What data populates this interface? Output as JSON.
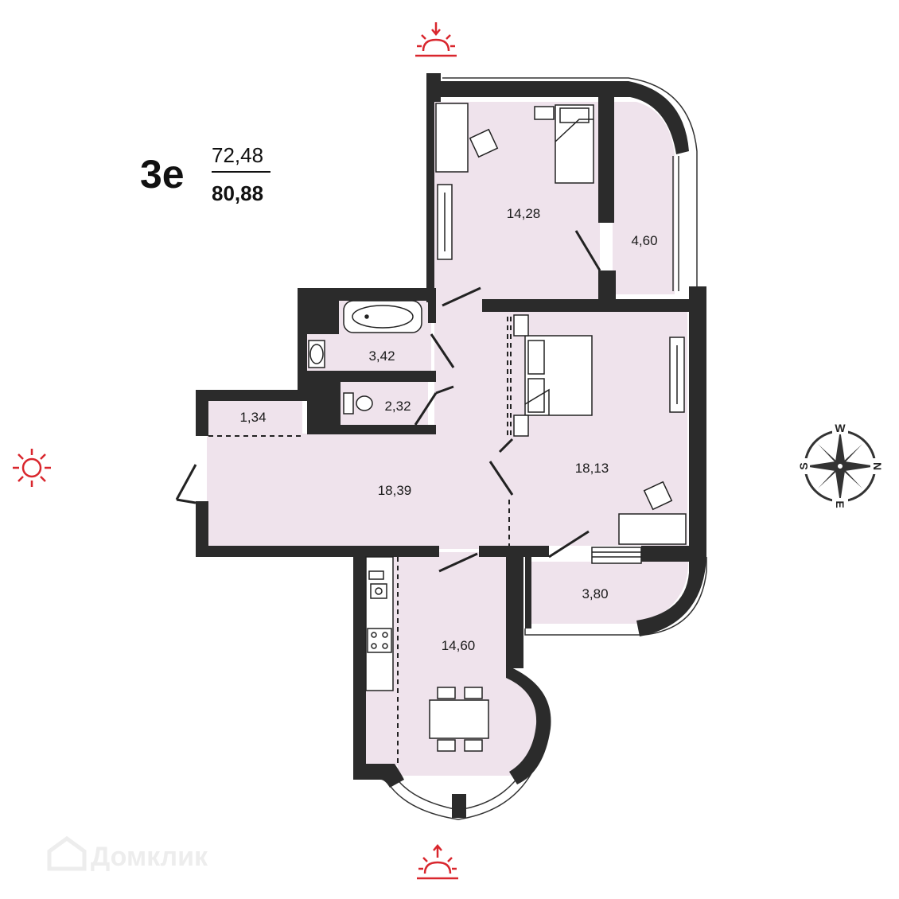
{
  "plan": {
    "type_label": "3е",
    "living_area": "72,48",
    "total_area": "80,88"
  },
  "rooms": [
    {
      "id": "bedroom-top",
      "area": "14,28"
    },
    {
      "id": "balcony-top",
      "area": "4,60"
    },
    {
      "id": "bathroom",
      "area": "3,42"
    },
    {
      "id": "toilet",
      "area": "2,32"
    },
    {
      "id": "storage",
      "area": "1,34"
    },
    {
      "id": "hall",
      "area": "18,39"
    },
    {
      "id": "bedroom-right",
      "area": "18,13"
    },
    {
      "id": "balcony-bottom",
      "area": "3,80"
    },
    {
      "id": "kitchen",
      "area": "14,60"
    }
  ],
  "compass": {
    "n": "N",
    "s": "S",
    "w": "W",
    "e": "E"
  },
  "colors": {
    "room_fill": "#efe3ec",
    "wall": "#2b2b2b",
    "sun": "#d9262d",
    "watermark": "#ededed"
  },
  "icons": [
    "sunrise-icon",
    "sun-icon",
    "sunset-icon",
    "compass-rose-icon",
    "domclick-logo-icon"
  ],
  "watermark": "Домклик"
}
